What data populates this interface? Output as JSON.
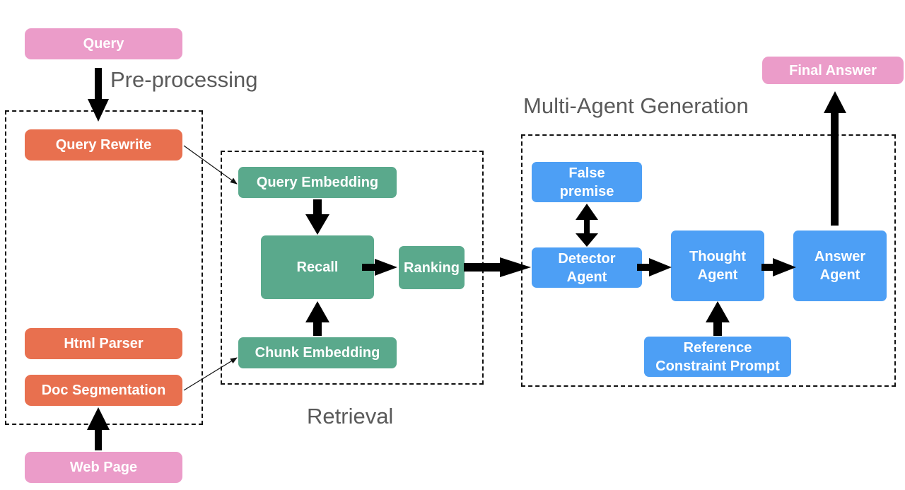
{
  "inputs": {
    "query": "Query",
    "web_page": "Web Page",
    "final_answer": "Final Answer"
  },
  "preprocessing": {
    "title": "Pre-processing",
    "query_rewrite": "Query Rewrite",
    "html_parser": "Html Parser",
    "doc_segmentation": "Doc Segmentation"
  },
  "retrieval": {
    "title": "Retrieval",
    "query_embedding": "Query Embedding",
    "recall": "Recall",
    "ranking": "Ranking",
    "chunk_embedding": "Chunk Embedding"
  },
  "generation": {
    "title": "Multi-Agent Generation",
    "false_premise": "False premise",
    "detector_agent": "Detector Agent",
    "thought_agent": "Thought Agent",
    "answer_agent": "Answer Agent",
    "reference_constraint_prompt": "Reference Constraint Prompt"
  },
  "colors": {
    "input": "#eb9cc9",
    "preprocessing": "#e8704f",
    "retrieval": "#5aa98c",
    "generation": "#4d9ff5"
  }
}
